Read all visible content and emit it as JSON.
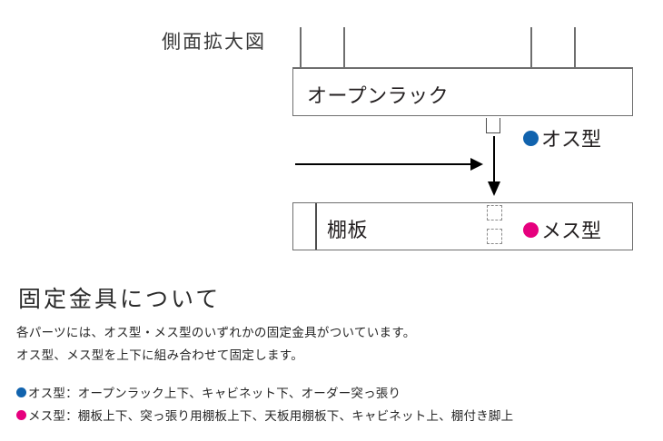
{
  "diagram": {
    "side_view_caption": "側面拡大図",
    "rack_label": "オープンラック",
    "shelf_label": "棚板",
    "male_legend": "オス型",
    "female_legend": "メス型",
    "male_color": "#1163AE",
    "female_color": "#E6007E",
    "line_color": "#6e6e6e",
    "arrow_color": "#000000"
  },
  "section": {
    "heading": "固定金具について",
    "body_line_1": "各パーツには、オス型・メス型のいずれかの固定金具がついています。",
    "body_line_2": "オス型、メス型を上下に組み合わせて固定します。",
    "bullets": [
      {
        "color": "#1163AE",
        "text": "オス型：オープンラック上下、キャビネット下、オーダー突っ張り"
      },
      {
        "color": "#E6007E",
        "text": "メス型：棚板上下、突っ張り用棚板上下、天板用棚板下、キャビネット上、棚付き脚上"
      }
    ]
  }
}
